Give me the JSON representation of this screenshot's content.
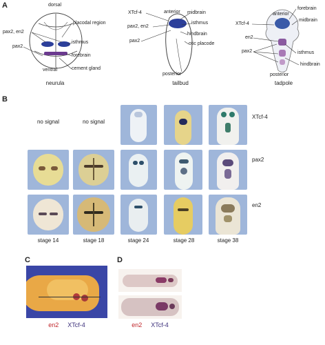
{
  "panels": {
    "A": {
      "letter": "A",
      "neurula": {
        "labels": {
          "dorsal": "dorsal",
          "placodal_region": "placodal region",
          "pax2_en2": "pax2, en2",
          "isthmus": "isthmus",
          "pax2": "pax2",
          "forebrain": "forebrain",
          "ventral": "ventral",
          "cement_gland": "cement gland"
        },
        "caption": "neurula"
      },
      "tailbud": {
        "labels": {
          "xtcf4": "XTcf-4",
          "anterior": "anterior",
          "midbrain": "midbrain",
          "pax2_en2": "pax2, en2",
          "isthmus": "isthmus",
          "hindbrain": "hindbrain",
          "pax2": "pax2",
          "otic_placode": "otic placode",
          "posterior": "posterior"
        },
        "caption": "tailbud"
      },
      "tadpole": {
        "labels": {
          "anterior": "anterior",
          "forebrain": "forebrain",
          "xtcf4": "XTcf-4",
          "midbrain": "midbrain",
          "en2": "en2",
          "pax2": "pax2",
          "isthmus": "isthmus",
          "hindbrain": "hindbrain",
          "posterior": "posterior"
        },
        "caption": "tadpole"
      }
    },
    "B": {
      "letter": "B",
      "no_signal_1": "no signal",
      "no_signal_2": "no signal",
      "rows": [
        "XTcf-4",
        "pax2",
        "en2"
      ],
      "stages": [
        "stage 14",
        "stage 18",
        "stage 24",
        "stage 28",
        "stage 38"
      ]
    },
    "C": {
      "letter": "C",
      "legend_en2": "en2",
      "legend_xtcf4": "XTcf-4"
    },
    "D": {
      "letter": "D",
      "legend_en2": "en2",
      "legend_xtcf4": "XTcf-4"
    }
  },
  "colors": {
    "stain_blue": "#2c3f9a",
    "stain_purple": "#6b3a8f",
    "tile_bg": "#9fb6da",
    "embryo_yellow": "#e8d27a"
  }
}
